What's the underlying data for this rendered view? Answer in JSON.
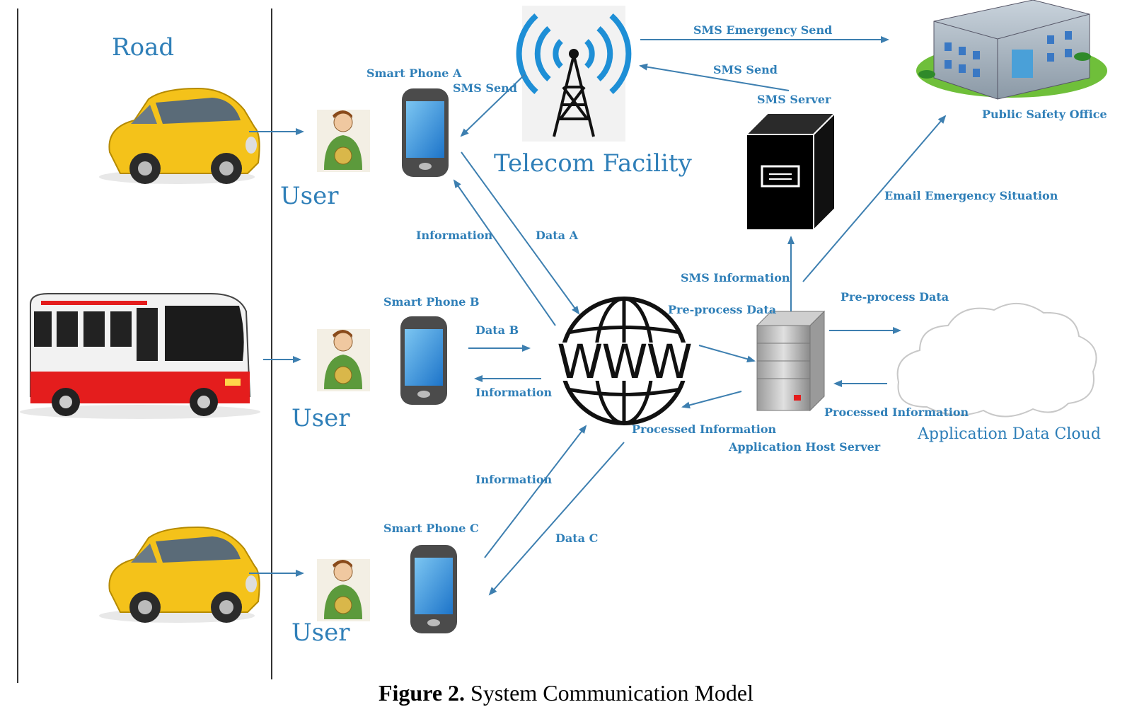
{
  "labels": {
    "road": "Road",
    "user_a": "User",
    "user_b": "User",
    "user_c": "User",
    "phone_a": "Smart Phone A",
    "phone_b": "Smart Phone B",
    "phone_c": "Smart Phone C",
    "telecom": "Telecom Facility",
    "sms_server": "SMS Server",
    "public_safety": "Public Safety Office",
    "app_host": "Application Host Server",
    "cloud": "Application Data Cloud"
  },
  "edges": {
    "sms_emergency_send": "SMS Emergency Send",
    "sms_send_to_telecom": "SMS Send",
    "sms_send_to_phone": "SMS Send",
    "information_a": "Information",
    "data_a": "Data A",
    "data_b": "Data B",
    "information_b": "Information",
    "information_c": "Information",
    "data_c": "Data C",
    "sms_information": "SMS Information",
    "preprocess_to_host": "Pre-process Data",
    "preprocess_to_cloud": "Pre-process Data",
    "processed_from_cloud": "Processed Information",
    "processed_to_www": "Processed Information",
    "email_emergency": "Email Emergency Situation"
  },
  "caption": {
    "number": "Figure 2.",
    "title": " System Communication Model"
  },
  "www_text": "WWW",
  "colors": {
    "label_blue": "#2f7fb8",
    "car_yellow": "#f4c21a",
    "bus_red": "#e41d1d"
  }
}
